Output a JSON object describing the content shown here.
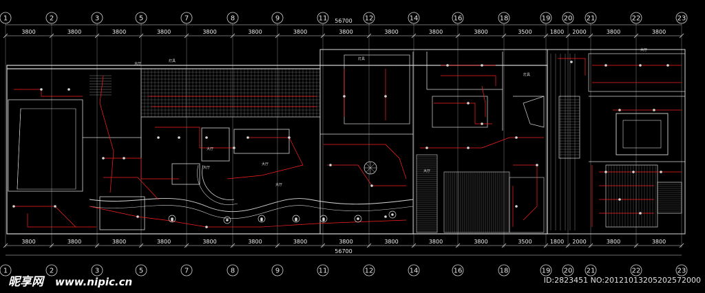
{
  "drawing": {
    "grid_labels": [
      "1",
      "2",
      "3",
      "5",
      "7",
      "8",
      "9",
      "11",
      "12",
      "14",
      "16",
      "18",
      "19",
      "20",
      "21",
      "22",
      "23"
    ],
    "top_segments": [
      "3800",
      "3800",
      "3800",
      "3800",
      "3800",
      "3800",
      "3800",
      "3800",
      "3800",
      "3800",
      "3800",
      "3500",
      "1800",
      "2000",
      "3800",
      "3800"
    ],
    "bottom_segments": [
      "3800",
      "3800",
      "3800",
      "3800",
      "3800",
      "3800",
      "3800",
      "3800",
      "3800",
      "3800",
      "3800",
      "3500",
      "1800",
      "2000",
      "3800",
      "3800"
    ],
    "total_top": "56700",
    "total_bottom": "56700",
    "room_labels": [
      "大厅",
      "灯具",
      "灯具",
      "大厅",
      "大厅",
      "大厅",
      "大厅",
      "大厅",
      "灯具",
      "大厅"
    ]
  },
  "watermark": {
    "logo": "昵享网",
    "url": "www.nipic.cn",
    "image_id": "ID:2823451 NO:20121013205202572000"
  },
  "colors": {
    "background": "#000000",
    "line_white": "#d8d8d8",
    "line_red": "#ff2020",
    "line_gray": "#8a8a8a"
  }
}
